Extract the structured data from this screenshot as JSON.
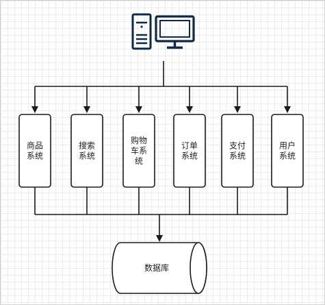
{
  "diagram": {
    "top_node": {
      "icon": "computer-icon"
    },
    "subsystems": [
      {
        "id": "product",
        "lines": [
          "商品",
          "系统"
        ]
      },
      {
        "id": "search",
        "lines": [
          "搜索",
          "系统"
        ]
      },
      {
        "id": "cart",
        "lines": [
          "购物",
          "车系",
          "统"
        ]
      },
      {
        "id": "order",
        "lines": [
          "订单",
          "系统"
        ]
      },
      {
        "id": "payment",
        "lines": [
          "支付",
          "系统"
        ]
      },
      {
        "id": "user",
        "lines": [
          "用户",
          "系统"
        ]
      }
    ],
    "database": {
      "label": "数据库",
      "icon": "database-cylinder-icon"
    },
    "colors": {
      "icon": "#0e2a47",
      "stroke": "#1a1a1a",
      "text": "#222222"
    }
  }
}
